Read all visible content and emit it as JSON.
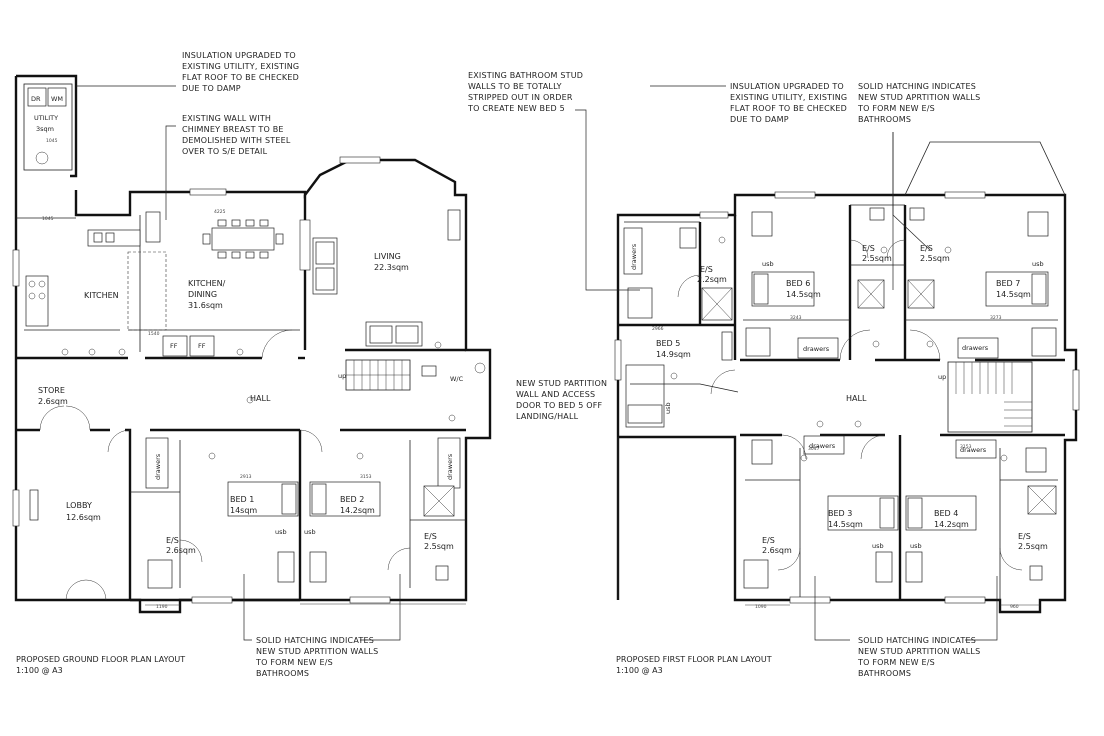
{
  "ground": {
    "title_line1": "PROPOSED GROUND FLOOR PLAN LAYOUT",
    "title_line2": "1:100 @ A3",
    "note_insulation": [
      "INSULATION UPGRADED TO",
      "EXISTING UTILITY, EXISTING",
      "FLAT ROOF TO BE CHECKED",
      "DUE TO DAMP"
    ],
    "note_wall": [
      "EXISTING WALL WITH",
      "CHIMNEY BREAST TO BE",
      "DEMOLISHED WITH STEEL",
      "OVER TO S/E DETAIL"
    ],
    "note_hatching": [
      "SOLID HATCHING INDICATES",
      "NEW STUD APRTITION WALLS",
      "TO FORM NEW E/S",
      "BATHROOMS"
    ],
    "rooms": {
      "dr": "DR",
      "wm": "WM",
      "utility": "UTILITY",
      "utility_area": "3sqm",
      "kitchen": "KITCHEN",
      "kitchen_dining": "KITCHEN/",
      "kitchen_dining2": "DINING",
      "kitchen_dining_area": "31.6sqm",
      "living": "LIVING",
      "living_area": "22.3sqm",
      "store": "STORE",
      "store_area": "2.6sqm",
      "hall": "HALL",
      "wc": "W/C",
      "lobby": "LOBBY",
      "lobby_area": "12.6sqm",
      "bed1": "BED 1",
      "bed1_area": "14sqm",
      "bed2": "BED 2",
      "bed2_area": "14.2sqm",
      "es_left": "E/S",
      "es_left_area": "2.6sqm",
      "es_right": "E/S",
      "es_right_area": "2.5sqm",
      "ff1": "FF",
      "ff2": "FF",
      "drawers1": "drawers",
      "drawers2": "drawers",
      "up": "up",
      "usb1": "usb",
      "usb2": "usb"
    }
  },
  "first": {
    "title_line1": "PROPOSED FIRST FLOOR PLAN LAYOUT",
    "title_line2": "1:100 @ A3",
    "note_bathroom": [
      "EXISTING BATHROOM STUD",
      "WALLS TO BE TOTALLY",
      "STRIPPED OUT IN ORDER",
      "TO CREATE NEW BED 5"
    ],
    "note_insulation": [
      "INSULATION UPGRADED TO",
      "EXISTING UTILITY, EXISTING",
      "FLAT ROOF TO BE CHECKED",
      "DUE TO DAMP"
    ],
    "note_hatching_top": [
      "SOLID HATCHING INDICATES",
      "NEW STUD APRTITION WALLS",
      "TO FORM NEW E/S",
      "BATHROOMS"
    ],
    "note_partition": [
      "NEW STUD PARTITION",
      "WALL AND ACCESS",
      "DOOR TO BED 5 OFF",
      "LANDING/HALL"
    ],
    "note_hatching_bottom": [
      "SOLID HATCHING INDICATES",
      "NEW STUD APRTITION WALLS",
      "TO FORM NEW E/S",
      "BATHROOMS"
    ],
    "rooms": {
      "drawers_bed5": "drawers",
      "es_bed5": "E/S",
      "es_bed5_area": "2.2sqm",
      "bed5": "BED 5",
      "bed5_area": "14.9sqm",
      "bed6": "BED 6",
      "bed6_area": "14.5sqm",
      "es6": "E/S",
      "es6_area": "2.5sqm",
      "es7": "E/S",
      "es7_area": "2.5sqm",
      "bed7": "BED 7",
      "bed7_area": "14.5sqm",
      "drawers6": "drawers",
      "drawers7": "drawers",
      "hall": "HALL",
      "up": "up",
      "drawers3": "drawers",
      "drawers4": "drawers",
      "bed3": "BED 3",
      "bed3_area": "14.5sqm",
      "bed4": "BED 4",
      "bed4_area": "14.2sqm",
      "es3": "E/S",
      "es3_area": "2.6sqm",
      "es4": "E/S",
      "es4_area": "2.5sqm",
      "usb6": "usb",
      "usb7": "usb",
      "usb3": "usb",
      "usb4": "usb",
      "usb5": "usb"
    }
  }
}
